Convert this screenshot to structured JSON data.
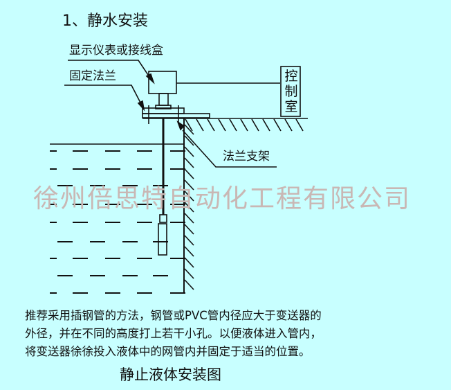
{
  "title": "1、静水安装",
  "labels": {
    "display_box": "显示仪表或接线盒",
    "fixed_flange": "固定法兰",
    "flange_bracket": "法兰支架",
    "control_room": "控制室"
  },
  "watermark": "徐州倍思特自动化工程有限公司",
  "description": "推荐采用插钢管的方法，钢管或PVC管内径应大于变送器的外径，并在不同的高度打上若干小孔。以便液体进入管内，将变送器徐徐投入液体中的网管内并固定于适当的位置。",
  "caption": "静止液体安装图",
  "colors": {
    "background": "#c8ffff",
    "line": "#111111",
    "watermark": "#c9b7b4"
  }
}
